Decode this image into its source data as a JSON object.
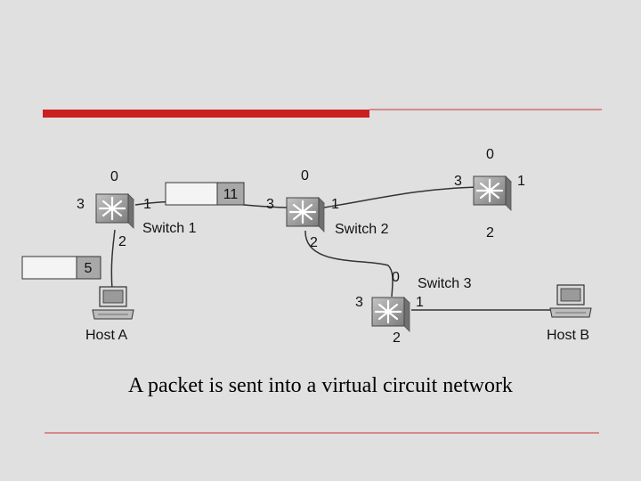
{
  "colors": {
    "accent": "#cc1f1f",
    "rule": "#cc3333",
    "background": "#e0e0e0",
    "switch_body": "#9a9a9a"
  },
  "caption": "A packet is sent into a virtual circuit network",
  "switches": {
    "s1": {
      "name": "Switch 1",
      "p0": "0",
      "p1": "1",
      "p2": "2",
      "p3": "3"
    },
    "s2": {
      "name": "Switch 2",
      "p0": "0",
      "p1": "1",
      "p2": "2",
      "p3": "3"
    },
    "s3": {
      "name": "Switch 3",
      "p0": "0",
      "p1": "1",
      "p2": "2",
      "p3": "3"
    },
    "s4": {
      "p0": "0",
      "p1": "1",
      "p2": "2",
      "p3": "3"
    }
  },
  "hosts": {
    "a": "Host A",
    "b": "Host B"
  },
  "packets": {
    "host_a_vci": "5",
    "link_vci": "11"
  },
  "icons": [
    "switch-icon",
    "host-computer-icon",
    "packet-icon"
  ]
}
